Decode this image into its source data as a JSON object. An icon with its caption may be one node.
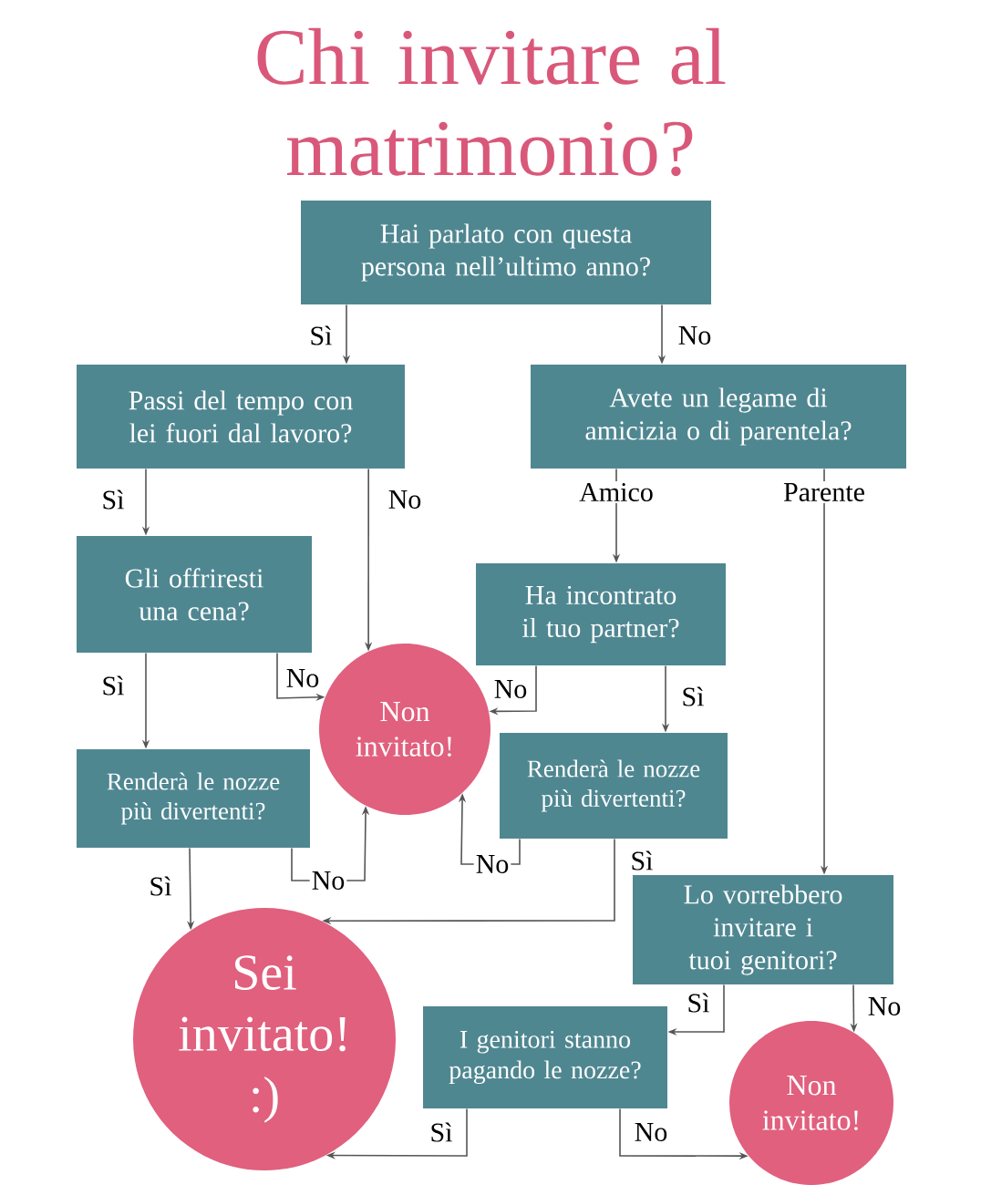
{
  "diagram": {
    "title": "Chi invitare al matrimonio?",
    "nodes": [
      {
        "text": [
          "Hai parlato con questa persona nell’ultimo anno?"
        ]
      },
      {
        "text": [
          "Passi del tempo con lei fuori dal lavoro?"
        ]
      },
      {
        "text": [
          "Avete un legame di amicizia o di parentela?"
        ]
      },
      {
        "text": [
          "Gli offriresti una cena?"
        ]
      },
      {
        "text": [
          "Ha incontrato il tuo partner?"
        ]
      },
      {
        "text": [
          "Non invitato!"
        ]
      },
      {
        "text": [
          "Renderà le nozze più divertenti?"
        ]
      },
      {
        "text": [
          "Renderà le nozze più divertenti?"
        ]
      },
      {
        "text": [
          "Lo vorrebbero invitare i tuoi genitori?"
        ]
      },
      {
        "text": [
          "Sei invitato! :)"
        ]
      },
      {
        "text": [
          "I genitori stanno pagando le nozze?"
        ]
      },
      {
        "text": [
          "Non invitato!"
        ]
      }
    ],
    "edges": [
      {
        "from": 0,
        "to": 1,
        "arrow": "to",
        "label": "Sì"
      },
      {
        "from": 0,
        "to": 2,
        "arrow": "to",
        "label": "No"
      },
      {
        "from": 1,
        "to": 3,
        "arrow": "to",
        "label": "Sì"
      },
      {
        "from": 1,
        "to": 5,
        "arrow": "to",
        "label": "No"
      },
      {
        "from": 3,
        "to": 6,
        "arrow": "to",
        "label": "Sì"
      },
      {
        "from": 3,
        "to": 5,
        "arrow": "to",
        "label": "No"
      },
      {
        "from": 2,
        "to": 4,
        "arrow": "to",
        "label": "Amico"
      },
      {
        "from": 2,
        "to": 8,
        "arrow": "to",
        "label": "Parente"
      },
      {
        "from": 4,
        "to": 5,
        "arrow": "to",
        "label": "No"
      },
      {
        "from": 4,
        "to": 7,
        "arrow": "to",
        "label": "Sì"
      },
      {
        "from": 6,
        "to": 9,
        "arrow": "to",
        "label": "Sì"
      },
      {
        "from": 6,
        "to": 5,
        "arrow": "to",
        "label": "No"
      },
      {
        "from": 7,
        "to": 5,
        "arrow": "to",
        "label": "No"
      },
      {
        "from": 7,
        "to": 9,
        "arrow": "to",
        "label": "Sì"
      },
      {
        "from": 8,
        "to": 10,
        "arrow": "to",
        "label": "Sì"
      },
      {
        "from": 8,
        "to": 11,
        "arrow": "to",
        "label": "No"
      },
      {
        "from": 10,
        "to": 9,
        "arrow": "to",
        "label": "Sì"
      },
      {
        "from": 10,
        "to": 11,
        "arrow": "to",
        "label": "No"
      }
    ]
  }
}
